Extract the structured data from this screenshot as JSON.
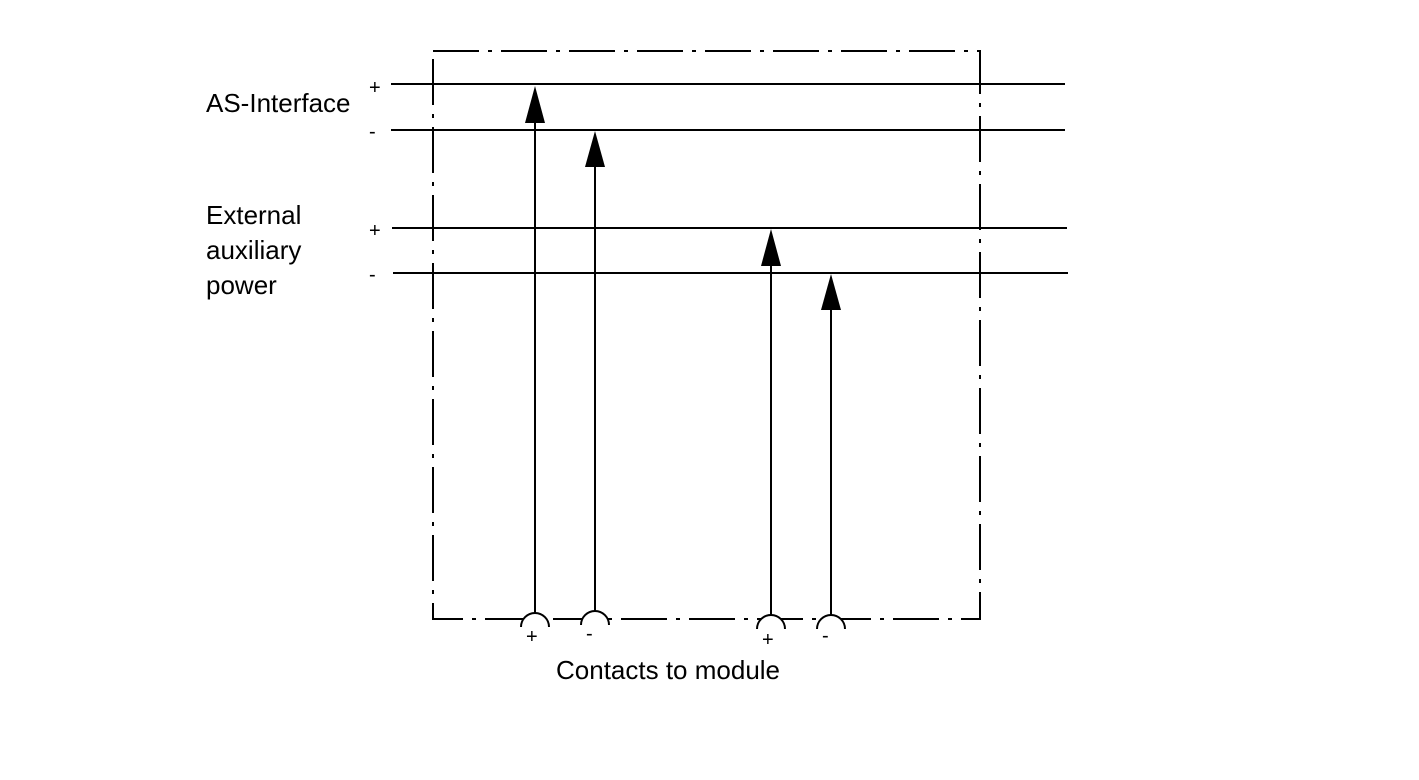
{
  "diagram": {
    "title": "AS-Interface wiring diagram",
    "groups": [
      {
        "id": "as-interface",
        "lines": [
          "AS-Interface"
        ],
        "plus": "+",
        "minus": "-"
      },
      {
        "id": "external-aux-power",
        "lines": [
          "External",
          "auxiliary",
          "power"
        ],
        "plus": "+",
        "minus": "-"
      }
    ],
    "bus_lines": [
      {
        "id": "asi-plus",
        "group": "as-interface",
        "polarity": "+"
      },
      {
        "id": "asi-minus",
        "group": "as-interface",
        "polarity": "-"
      },
      {
        "id": "aux-plus",
        "group": "external-aux-power",
        "polarity": "+"
      },
      {
        "id": "aux-minus",
        "group": "external-aux-power",
        "polarity": "-"
      }
    ],
    "contacts": [
      {
        "id": "contact-1",
        "label": "+",
        "connects_to": "asi-plus"
      },
      {
        "id": "contact-2",
        "label": "-",
        "connects_to": "asi-minus"
      },
      {
        "id": "contact-3",
        "label": "+",
        "connects_to": "aux-plus"
      },
      {
        "id": "contact-4",
        "label": "-",
        "connects_to": "aux-minus"
      }
    ],
    "footer_label": "Contacts to module",
    "colors": {
      "stroke": "#000000",
      "background": "#ffffff"
    }
  }
}
